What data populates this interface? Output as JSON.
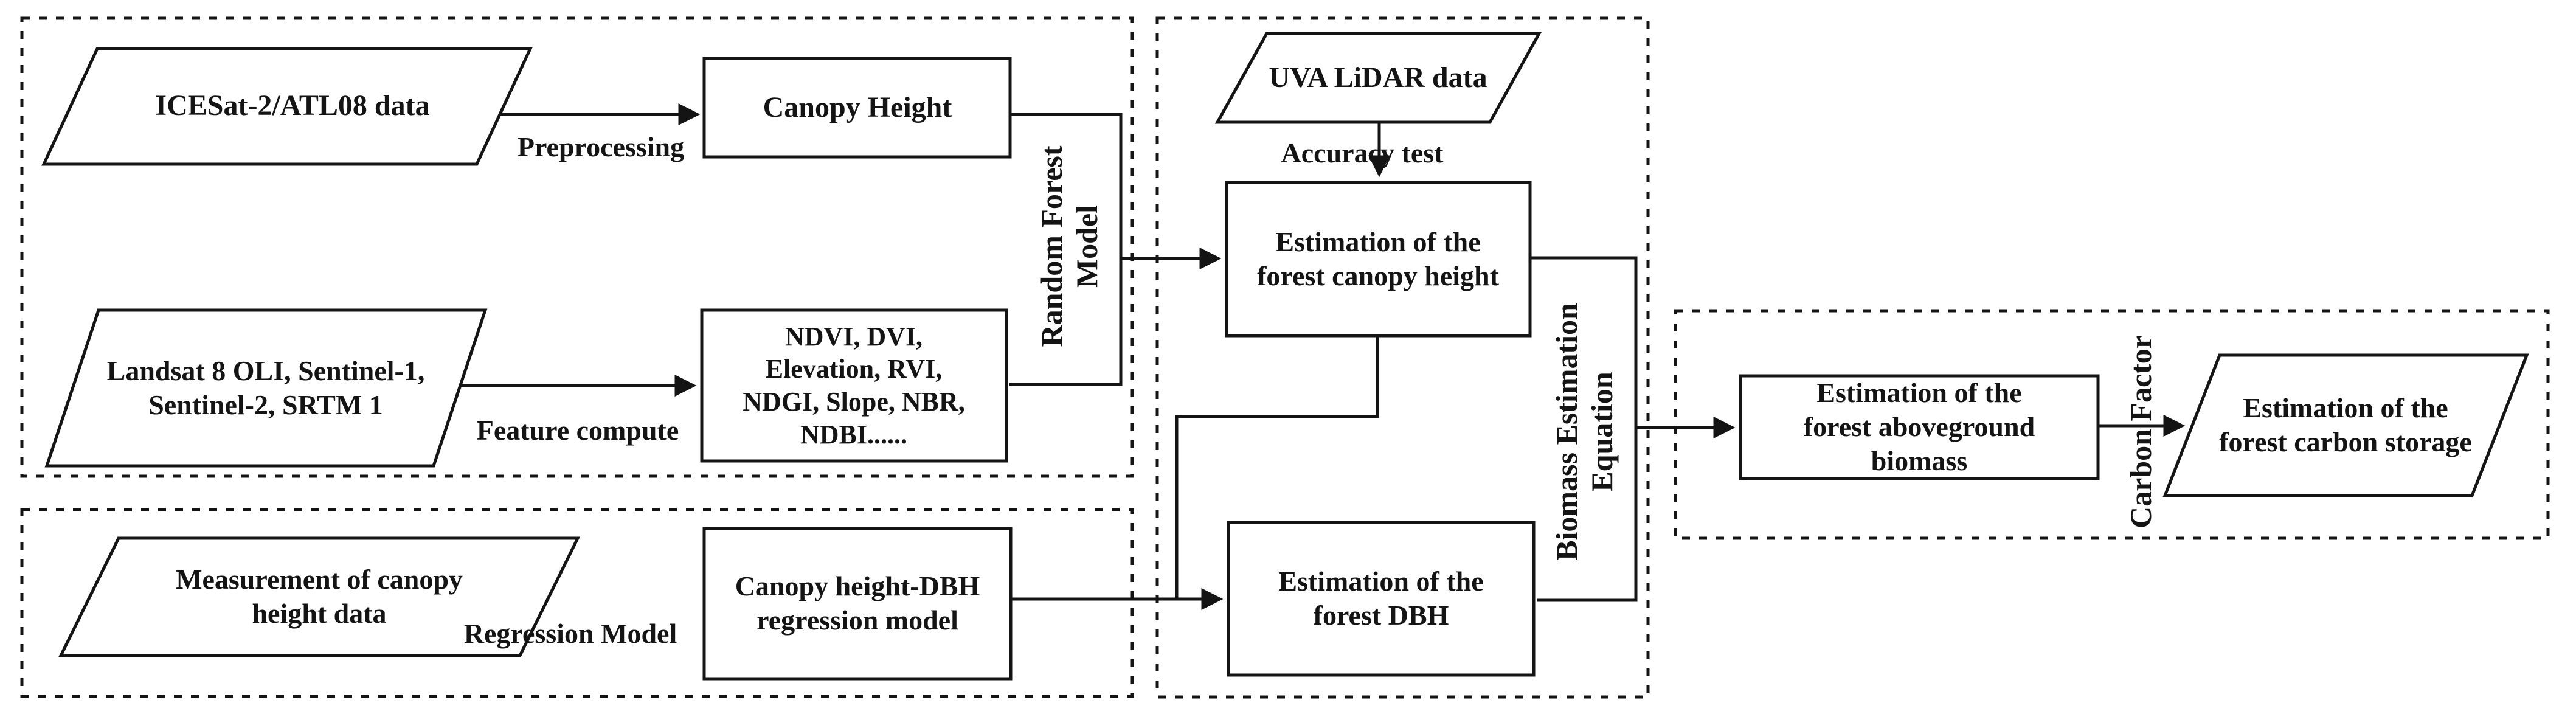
{
  "colors": {
    "ink": "#141414",
    "background": "#ffffff"
  },
  "nodes": {
    "icesat": {
      "label": "ICESat-2/ATL08 data"
    },
    "canopy_height": {
      "label": "Canopy Height"
    },
    "landsat": {
      "lines": [
        "Landsat 8 OLI, Sentinel-1,",
        "Sentinel-2, SRTM 1"
      ]
    },
    "features": {
      "lines": [
        "NDVI, DVI,",
        "Elevation, RVI,",
        "NDGI, Slope, NBR,",
        "NDBI......"
      ]
    },
    "measurement": {
      "lines": [
        "Measurement of canopy",
        "height data"
      ]
    },
    "regression_box": {
      "lines": [
        "Canopy height-DBH",
        "regression model"
      ]
    },
    "uva": {
      "label": "UVA LiDAR data"
    },
    "est_canopy": {
      "lines": [
        "Estimation of the",
        "forest canopy height"
      ]
    },
    "est_dbh": {
      "lines": [
        "Estimation of the",
        "forest DBH"
      ]
    },
    "est_biomass": {
      "lines": [
        "Estimation of the",
        "forest aboveground",
        "biomass"
      ]
    },
    "carbon_storage": {
      "lines": [
        "Estimation of the",
        "forest carbon storage"
      ]
    }
  },
  "operators": {
    "random_forest": {
      "lines": [
        "Random Forest",
        "Model"
      ]
    },
    "biomass_equation": {
      "lines": [
        "Biomass Estimation",
        "Equation"
      ]
    },
    "carbon_factor": {
      "label": "Carbon Factor"
    }
  },
  "edge_labels": {
    "preprocessing": "Preprocessing",
    "feature_compute": "Feature compute",
    "regression_model": "Regression Model",
    "accuracy_test": "Accuracy test"
  }
}
